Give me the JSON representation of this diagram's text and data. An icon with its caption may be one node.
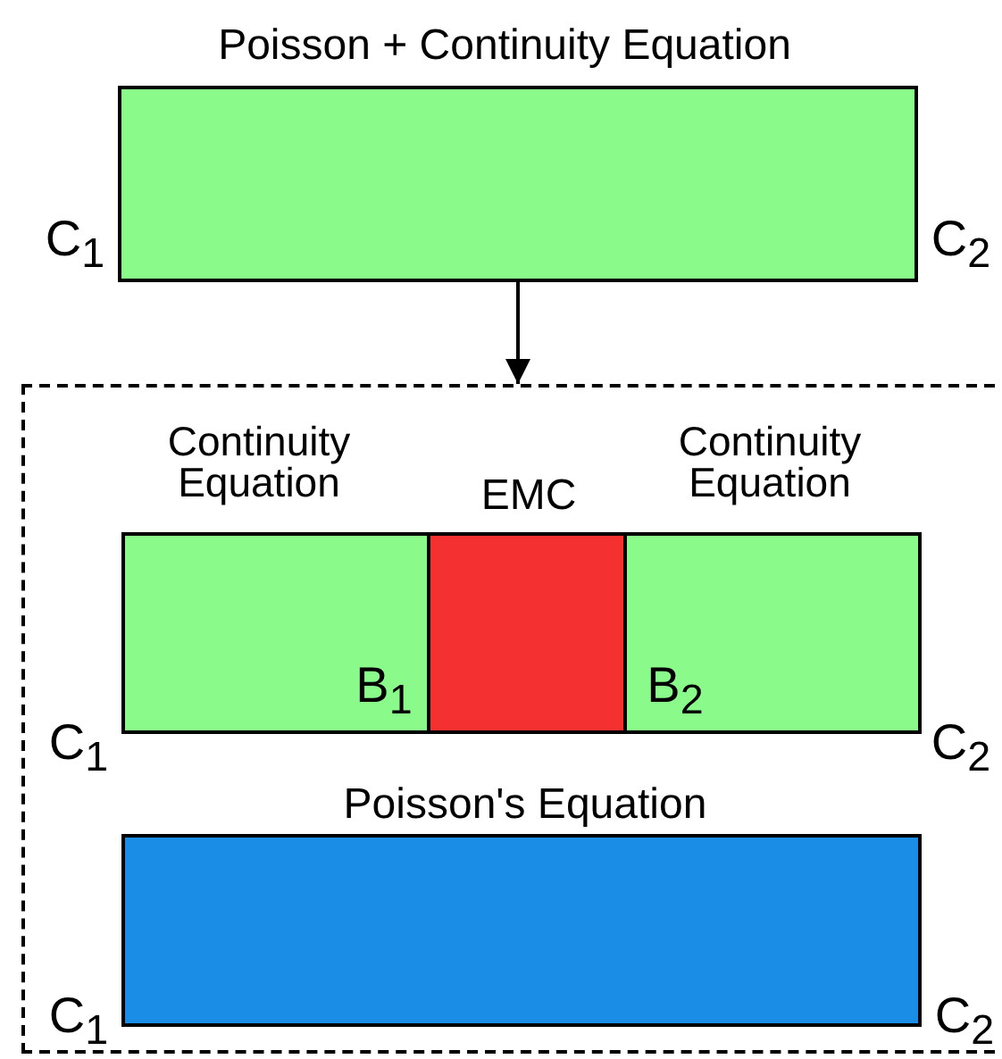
{
  "diagram": {
    "nodes": [
      {
        "text": [
          "Poisson + Continuity Equation"
        ],
        "beside": [
          "C$_{1}$",
          "C$_{2}$"
        ]
      },
      {
        "text": [],
        "shape": "box"
      },
      {
        "text": [
          "Continuity Equation",
          "B$_{1}$"
        ],
        "in": 1,
        "beside": [
          "C$_{1}$"
        ]
      },
      {
        "text": [
          "EMC"
        ],
        "in": 1
      },
      {
        "text": [
          "Continuity Equation",
          "B$_{2}$"
        ],
        "in": 1,
        "beside": [
          "C$_{2}$"
        ]
      },
      {
        "text": [
          "Poisson's Equation"
        ],
        "in": 1,
        "beside": [
          "C$_{1}$",
          "C$_{2}$"
        ]
      }
    ],
    "edges": [
      {
        "from": 0,
        "to": 1,
        "arrow": "to"
      }
    ]
  }
}
